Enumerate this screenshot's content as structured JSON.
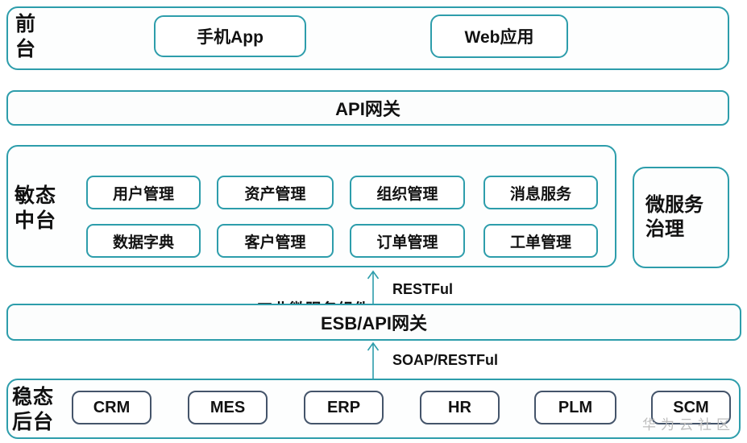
{
  "front": {
    "label": "前台",
    "apps": [
      "手机App",
      "Web应用"
    ]
  },
  "api_gateway": {
    "label": "API网关"
  },
  "middle": {
    "label": "敏态中台",
    "title": "工业微服务组件",
    "components": [
      "用户管理",
      "资产管理",
      "组织管理",
      "消息服务",
      "数据字典",
      "客户管理",
      "订单管理",
      "工单管理"
    ]
  },
  "governance": {
    "label": "微服务治理"
  },
  "esb": {
    "label": "ESB/API网关"
  },
  "arrows": {
    "upper": "RESTFul",
    "lower": "SOAP/RESTFul"
  },
  "backend": {
    "label": "稳态后台",
    "systems": [
      "CRM",
      "MES",
      "ERP",
      "HR",
      "PLM",
      "SCM"
    ]
  },
  "watermark": "华为云社区",
  "colors": {
    "teal": "#2d9dab",
    "navy": "#44546a"
  }
}
